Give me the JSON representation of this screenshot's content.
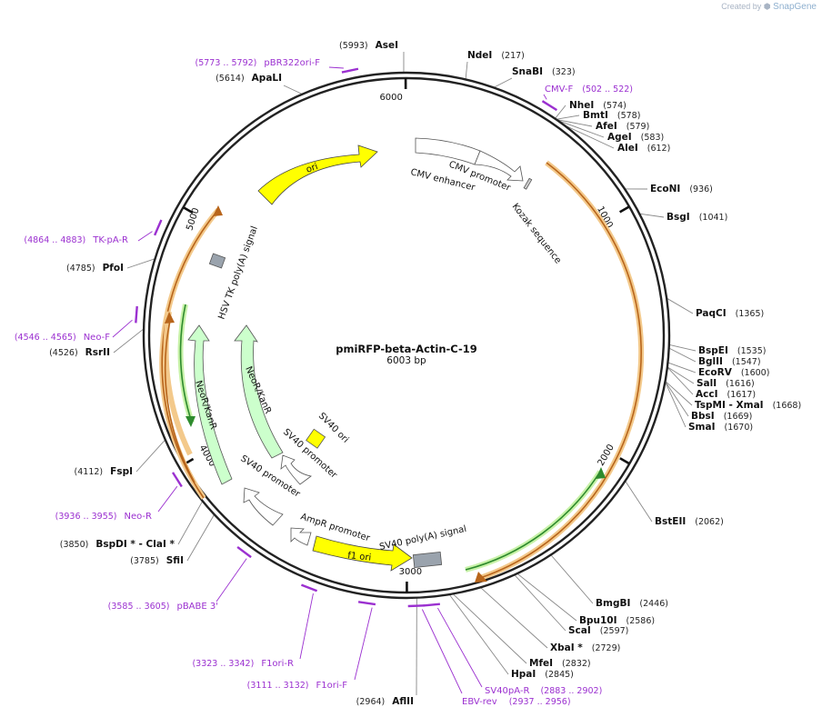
{
  "plasmid": {
    "name": "pmiRFP-beta-Actin-C-19",
    "length_label": "6003 bp",
    "length": 6003
  },
  "branding": {
    "created_by": "Created by",
    "app_name": "SnapGene"
  },
  "ticks": [
    {
      "label": "1000",
      "pos": 1000
    },
    {
      "label": "2000",
      "pos": 2000
    },
    {
      "label": "3000",
      "pos": 3000
    },
    {
      "label": "4000",
      "pos": 4000
    },
    {
      "label": "5000",
      "pos": 5000
    },
    {
      "label": "6000",
      "pos": 6000
    }
  ],
  "sites": [
    {
      "name": "AseI",
      "pos_label": "(5993)",
      "pos": 5993,
      "side": "left"
    },
    {
      "name": "NdeI",
      "pos_label": "(217)",
      "pos": 217,
      "side": "right"
    },
    {
      "name": "SnaBI",
      "pos_label": "(323)",
      "pos": 323,
      "side": "right"
    },
    {
      "name": "NheI",
      "pos_label": "(574)",
      "pos": 574,
      "side": "right"
    },
    {
      "name": "BmtI",
      "pos_label": "(578)",
      "pos": 578,
      "side": "right"
    },
    {
      "name": "AfeI",
      "pos_label": "(579)",
      "pos": 579,
      "side": "right"
    },
    {
      "name": "AgeI",
      "pos_label": "(583)",
      "pos": 583,
      "side": "right"
    },
    {
      "name": "AleI",
      "pos_label": "(612)",
      "pos": 612,
      "side": "right"
    },
    {
      "name": "EcoNI",
      "pos_label": "(936)",
      "pos": 936,
      "side": "right"
    },
    {
      "name": "BsgI",
      "pos_label": "(1041)",
      "pos": 1041,
      "side": "right"
    },
    {
      "name": "PaqCI",
      "pos_label": "(1365)",
      "pos": 1365,
      "side": "right"
    },
    {
      "name": "BspEI",
      "pos_label": "(1535)",
      "pos": 1535,
      "side": "right"
    },
    {
      "name": "BglII",
      "pos_label": "(1547)",
      "pos": 1547,
      "side": "right"
    },
    {
      "name": "EcoRV",
      "pos_label": "(1600)",
      "pos": 1600,
      "side": "right"
    },
    {
      "name": "SalI",
      "pos_label": "(1616)",
      "pos": 1616,
      "side": "right"
    },
    {
      "name": "AccI",
      "pos_label": "(1617)",
      "pos": 1617,
      "side": "right"
    },
    {
      "name": "TspMI - XmaI",
      "pos_label": "(1668)",
      "pos": 1668,
      "side": "right"
    },
    {
      "name": "BbsI",
      "pos_label": "(1669)",
      "pos": 1669,
      "side": "right"
    },
    {
      "name": "SmaI",
      "pos_label": "(1670)",
      "pos": 1670,
      "side": "right"
    },
    {
      "name": "BstEII",
      "pos_label": "(2062)",
      "pos": 2062,
      "side": "right"
    },
    {
      "name": "BmgBI",
      "pos_label": "(2446)",
      "pos": 2446,
      "side": "right"
    },
    {
      "name": "Bpu10I",
      "pos_label": "(2586)",
      "pos": 2586,
      "side": "right"
    },
    {
      "name": "ScaI",
      "pos_label": "(2597)",
      "pos": 2597,
      "side": "right"
    },
    {
      "name": "XbaI *",
      "pos_label": "(2729)",
      "pos": 2729,
      "side": "right"
    },
    {
      "name": "MfeI",
      "pos_label": "(2832)",
      "pos": 2832,
      "side": "right"
    },
    {
      "name": "HpaI",
      "pos_label": "(2845)",
      "pos": 2845,
      "side": "right"
    },
    {
      "name": "AflII",
      "pos_label": "(2964)",
      "pos": 2964,
      "side": "left"
    },
    {
      "name": "SfiI",
      "pos_label": "(3785)",
      "pos": 3785,
      "side": "left"
    },
    {
      "name": "BspDI * - ClaI *",
      "pos_label": "(3850)",
      "pos": 3850,
      "side": "left"
    },
    {
      "name": "FspI",
      "pos_label": "(4112)",
      "pos": 4112,
      "side": "left"
    },
    {
      "name": "RsrII",
      "pos_label": "(4526)",
      "pos": 4526,
      "side": "left"
    },
    {
      "name": "PfoI",
      "pos_label": "(4785)",
      "pos": 4785,
      "side": "left"
    },
    {
      "name": "ApaLI",
      "pos_label": "(5614)",
      "pos": 5614,
      "side": "left"
    }
  ],
  "primers": [
    {
      "name": "pBR322ori-F",
      "range_label": "(5773 .. 5792)",
      "start": 5773,
      "end": 5792,
      "side": "left"
    },
    {
      "name": "CMV-F",
      "range_label": "(502 .. 522)",
      "start": 502,
      "end": 522,
      "side": "right"
    },
    {
      "name": "TK-pA-R",
      "range_label": "(4864 .. 4883)",
      "start": 4864,
      "end": 4883,
      "side": "left"
    },
    {
      "name": "Neo-F",
      "range_label": "(4546 .. 4565)",
      "start": 4546,
      "end": 4565,
      "side": "left"
    },
    {
      "name": "Neo-R",
      "range_label": "(3936 .. 3955)",
      "start": 3936,
      "end": 3955,
      "side": "left"
    },
    {
      "name": "pBABE 3'",
      "range_label": "(3585 .. 3605)",
      "start": 3585,
      "end": 3605,
      "side": "left"
    },
    {
      "name": "F1ori-R",
      "range_label": "(3323 .. 3342)",
      "start": 3323,
      "end": 3342,
      "side": "left"
    },
    {
      "name": "F1ori-F",
      "range_label": "(3111 .. 3132)",
      "start": 3111,
      "end": 3132,
      "side": "left"
    },
    {
      "name": "EBV-rev",
      "range_label": "(2937 .. 2956)",
      "start": 2937,
      "end": 2956,
      "side": "left"
    },
    {
      "name": "SV40pA-R",
      "range_label": "(2883 .. 2902)",
      "start": 2883,
      "end": 2902,
      "side": "right"
    }
  ],
  "features": [
    {
      "name": "ori",
      "color": "#ffff00"
    },
    {
      "name": "CMV enhancer",
      "color": "#ffffff"
    },
    {
      "name": "CMV promoter",
      "color": "#ffffff"
    },
    {
      "name": "Kozak sequence",
      "color": "#9aa3ad"
    },
    {
      "name": "HSV TK poly(A) signal",
      "color": "#9aa3ad"
    },
    {
      "name": "NeoR/KanR",
      "color": "#ccffcc"
    },
    {
      "name": "SV40 ori",
      "color": "#ffff00"
    },
    {
      "name": "SV40 promoter",
      "color": "#ffffff"
    },
    {
      "name": "AmpR promoter",
      "color": "#ffffff"
    },
    {
      "name": "f1 ori",
      "color": "#ffff00"
    },
    {
      "name": "SV40 poly(A) signal",
      "color": "#9aa3ad"
    }
  ],
  "colors": {
    "backbone": "#222222",
    "primer": "#9b30d0",
    "orf": "#f0b070",
    "orf_inner": "#c46a1a",
    "green_arrow": "#2e8b2e",
    "green_glow": "#c8f2a8"
  }
}
